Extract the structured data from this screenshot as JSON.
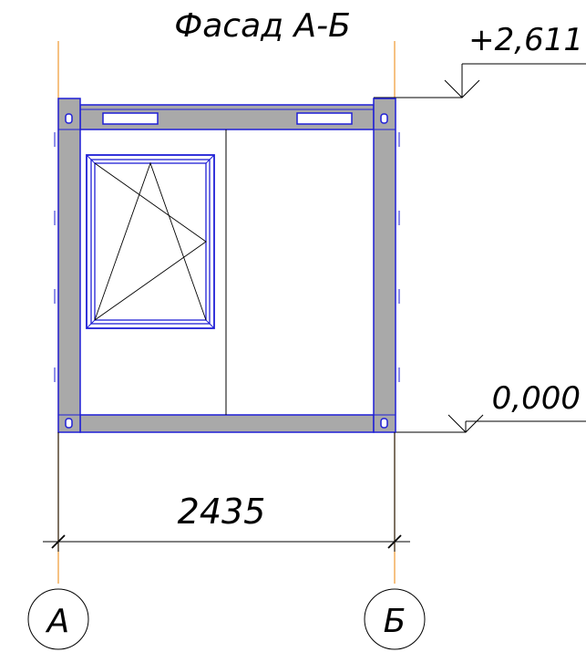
{
  "title": "Фасад А-Б",
  "elevations": {
    "top": "+2,611",
    "bottom": "0,000"
  },
  "dimension": {
    "width": "2435"
  },
  "axes": [
    {
      "label": "А"
    },
    {
      "label": "Б"
    }
  ],
  "colors": {
    "frame_fill": "#a9a9a9",
    "outline": "#1f1fd6",
    "axis_line": "#f0a040",
    "ink": "#000000"
  }
}
